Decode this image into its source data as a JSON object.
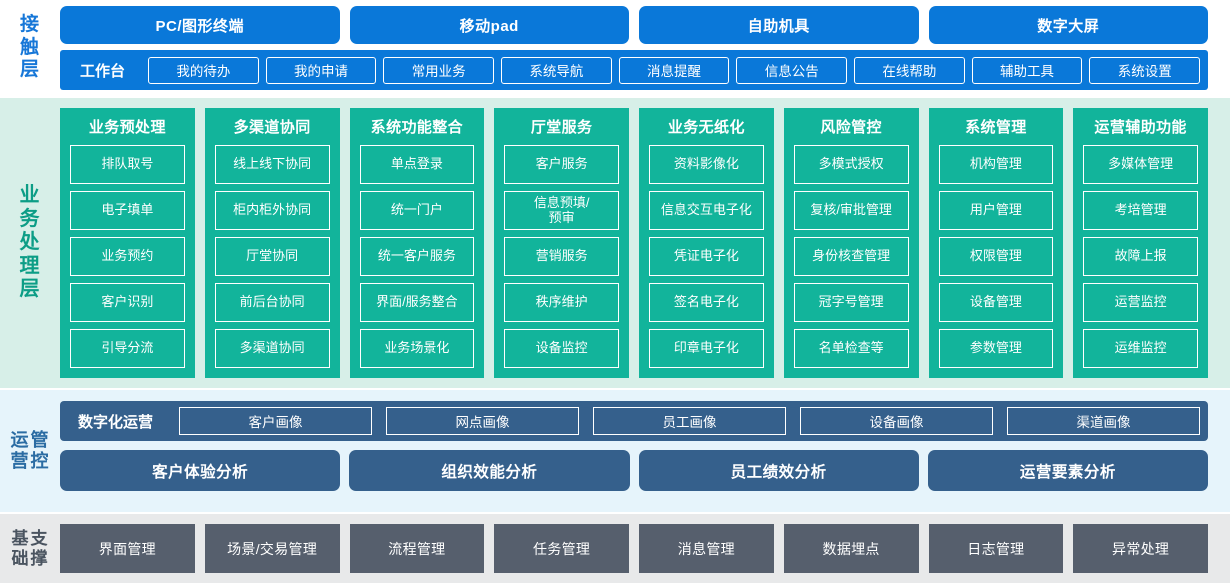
{
  "contact_layer": {
    "side_label": "接触层",
    "channels": [
      "PC/图形终端",
      "移动pad",
      "自助机具",
      "数字大屏"
    ],
    "workbench_title": "工作台",
    "workbench_items": [
      "我的待办",
      "我的申请",
      "常用业务",
      "系统导航",
      "消息提醒",
      "信息公告",
      "在线帮助",
      "辅助工具",
      "系统设置"
    ]
  },
  "business_layer": {
    "side_label": "业务处理层",
    "columns": [
      {
        "title": "业务预处理",
        "items": [
          "排队取号",
          "电子填单",
          "业务预约",
          "客户识别",
          "引导分流"
        ]
      },
      {
        "title": "多渠道协同",
        "items": [
          "线上线下协同",
          "柜内柜外协同",
          "厅堂协同",
          "前后台协同",
          "多渠道协同"
        ]
      },
      {
        "title": "系统功能整合",
        "items": [
          "单点登录",
          "统一门户",
          "统一客户服务",
          "界面/服务整合",
          "业务场景化"
        ]
      },
      {
        "title": "厅堂服务",
        "items": [
          "客户服务",
          "信息预填/\n预审",
          "营销服务",
          "秩序维护",
          "设备监控"
        ]
      },
      {
        "title": "业务无纸化",
        "items": [
          "资料影像化",
          "信息交互电子化",
          "凭证电子化",
          "签名电子化",
          "印章电子化"
        ]
      },
      {
        "title": "风险管控",
        "items": [
          "多模式授权",
          "复核/审批管理",
          "身份核查管理",
          "冠字号管理",
          "名单检查等"
        ]
      },
      {
        "title": "系统管理",
        "items": [
          "机构管理",
          "用户管理",
          "权限管理",
          "设备管理",
          "参数管理"
        ]
      },
      {
        "title": "运营辅助功能",
        "items": [
          "多媒体管理",
          "考培管理",
          "故障上报",
          "运营监控",
          "运维监控"
        ]
      }
    ]
  },
  "ops_layer": {
    "side_label": "运营管控",
    "digital_ops_title": "数字化运营",
    "portrait_items": [
      "客户画像",
      "网点画像",
      "员工画像",
      "设备画像",
      "渠道画像"
    ],
    "analysis_items": [
      "客户体验分析",
      "组织效能分析",
      "员工绩效分析",
      "运营要素分析"
    ]
  },
  "base_layer": {
    "side_label": "基础支撑",
    "items": [
      "界面管理",
      "场景/交易管理",
      "流程管理",
      "任务管理",
      "消息管理",
      "数据埋点",
      "日志管理",
      "异常处理"
    ]
  },
  "colors": {
    "contact_blue": "#0a78d9",
    "business_green": "#12b49b",
    "business_bg": "#d7efe8",
    "ops_blue": "#35608c",
    "ops_bg": "#e6f4fb",
    "base_gray": "#565f6d",
    "base_bg": "#e8e9ea"
  }
}
